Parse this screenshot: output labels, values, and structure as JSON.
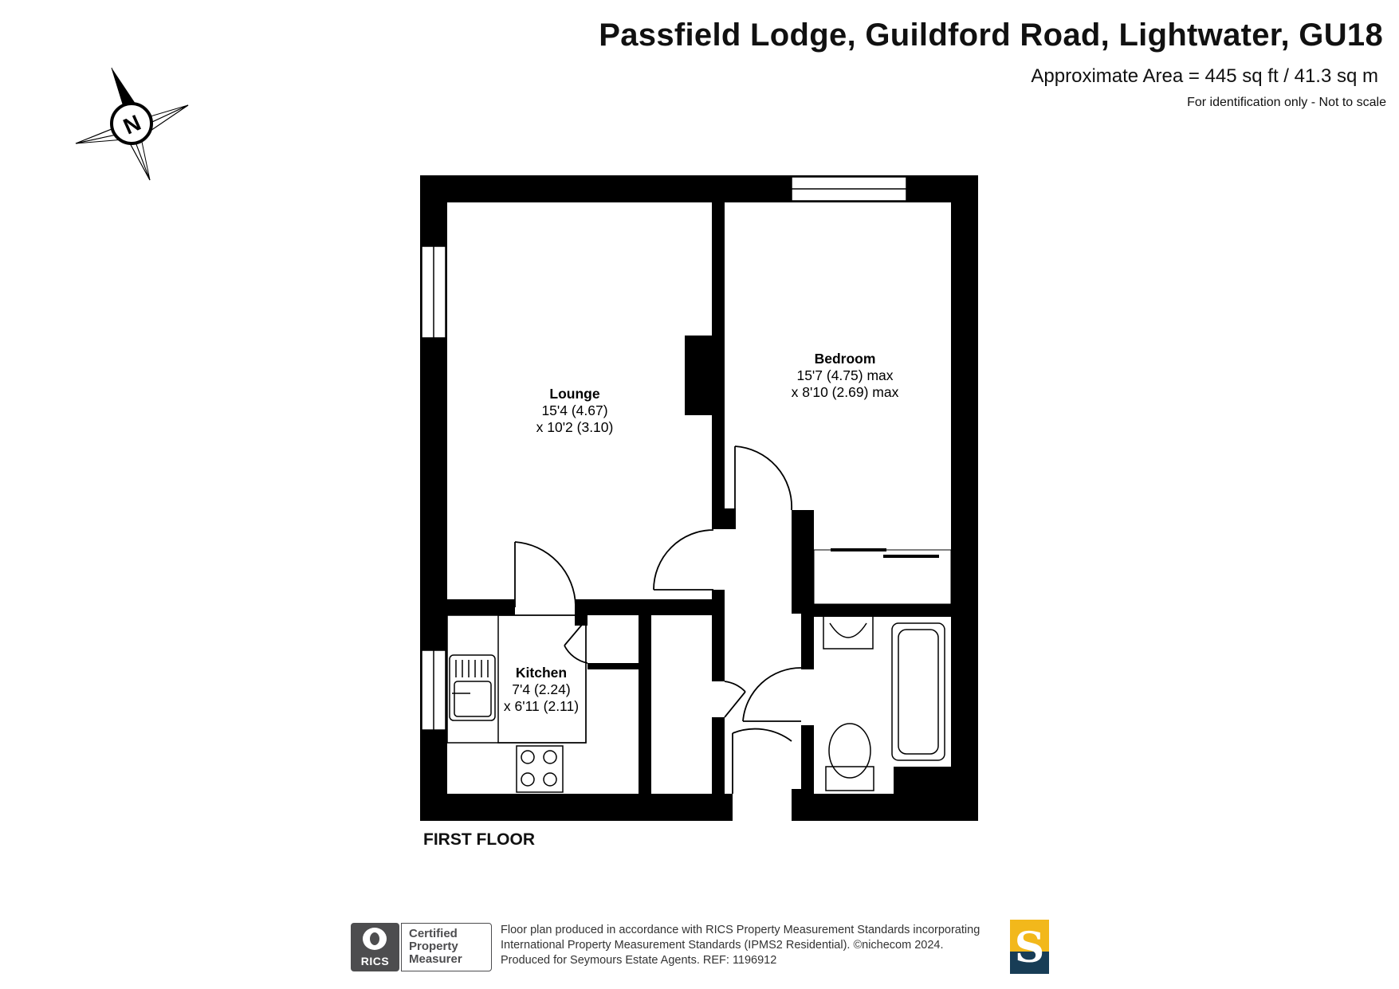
{
  "header": {
    "title": "Passfield Lodge, Guildford Road, Lightwater, GU18",
    "area": "Approximate Area = 445 sq ft / 41.3 sq m",
    "note": "For identification only - Not to scale"
  },
  "compass": {
    "letter": "N",
    "icon": "compass-rose-icon"
  },
  "rooms": {
    "lounge": {
      "name": "Lounge",
      "dim1": "15'4 (4.67)",
      "dim2": "x 10'2 (3.10)"
    },
    "bedroom": {
      "name": "Bedroom",
      "dim1": "15'7 (4.75) max",
      "dim2": "x 8'10 (2.69) max"
    },
    "kitchen": {
      "name": "Kitchen",
      "dim1": "7'4 (2.24)",
      "dim2": "x 6'11 (2.11)"
    }
  },
  "floor_label": "FIRST FLOOR",
  "footer": {
    "rics_badge": "RICS",
    "cert_lines": [
      "Certified",
      "Property",
      "Measurer"
    ],
    "disclaimer_lines": [
      "Floor plan produced in accordance with RICS Property Measurement Standards incorporating",
      "International Property Measurement Standards (IPMS2 Residential).   ©nichecom 2024.",
      "Produced for Seymours Estate Agents.   REF:  1196912"
    ],
    "logo_letter": "S"
  },
  "colors": {
    "wall": "#000000",
    "logo_gold": "#f2b81b",
    "logo_navy": "#183d56",
    "rics_grey": "#4d4d4f"
  }
}
